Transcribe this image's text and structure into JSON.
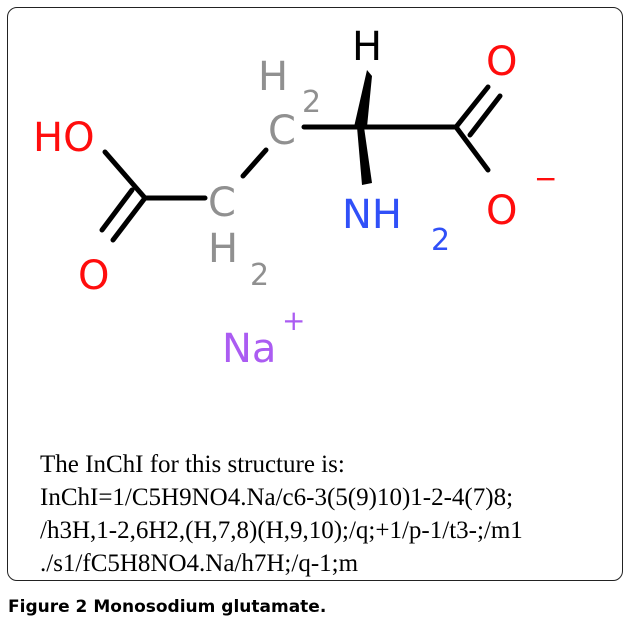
{
  "molecule": {
    "atoms": {
      "hydroxyl": "HO",
      "oxygen_top": "O",
      "oxygen_left": "O",
      "oxygen_minus": "O",
      "minus": "−",
      "hydrogen_stereo": "H",
      "carbon_top": "C",
      "carbon_bottom": "C",
      "h2_top_h": "H",
      "h2_top_sub": "2",
      "h2_bottom_h": "H",
      "h2_bottom_sub": "2",
      "amine_nh": "NH",
      "amine_sub": "2",
      "sodium": "Na",
      "plus": "+"
    },
    "colors": {
      "oxygen": "#ff0d0d",
      "carbon": "#909090",
      "nitrogen": "#3050f8",
      "hydrogen": "#000000",
      "sodium": "#ab5cf2",
      "bond": "#000000"
    }
  },
  "inchi": {
    "lines": [
      "The InChI for this structure is:",
      "InChI=1/C5H9NO4.Na/c6-3(5(9)10)1-2-4(7)8;",
      "/h3H,1-2,6H2,(H,7,8)(H,9,10);/q;+1/p-1/t3-;/m1",
      "./s1/fC5H8NO4.Na/h7H;/q-1;m"
    ]
  },
  "caption": {
    "label": "Figure 2",
    "text": "Monosodium glutamate."
  }
}
